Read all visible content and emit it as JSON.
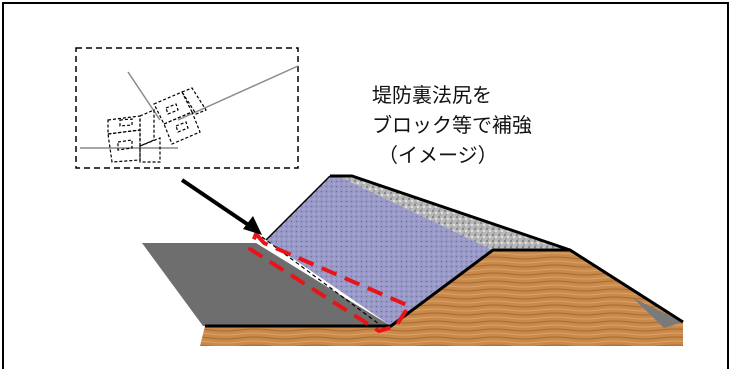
{
  "caption": {
    "line1": "堤防裏法尻を",
    "line2": "ブロック等で補強",
    "line3": "（イメージ）"
  },
  "colors": {
    "slope_face": "#9a9ac8",
    "embankment_soil": "#c9894a",
    "ground_gray": "#6e6e6e",
    "crest_gravel": "#b5b5b5",
    "reinforcement_outline": "#e8141a"
  }
}
